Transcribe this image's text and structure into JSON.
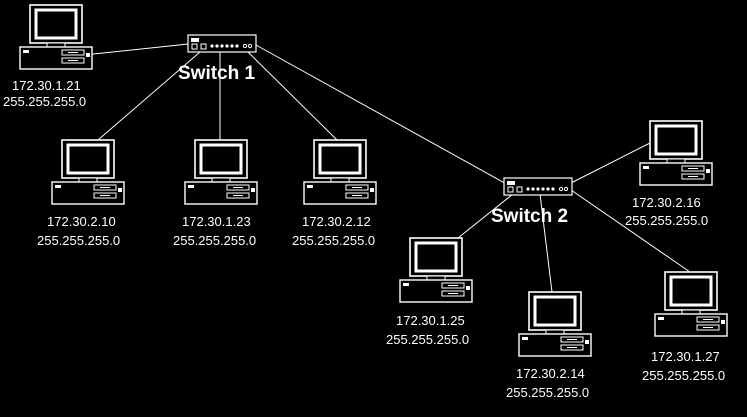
{
  "colors": {
    "background": "#000000",
    "foreground": "#ffffff"
  },
  "switches": [
    {
      "id": "sw1",
      "label": "Switch 1",
      "icon": "network-switch-icon"
    },
    {
      "id": "sw2",
      "label": "Switch 2",
      "icon": "network-switch-icon"
    }
  ],
  "computers": [
    {
      "id": "pc1",
      "ip": "172.30.1.21",
      "mask": "255.255.255.0",
      "icon": "desktop-computer-icon",
      "switch": "sw1"
    },
    {
      "id": "pc2",
      "ip": "172.30.2.10",
      "mask": "255.255.255.0",
      "icon": "desktop-computer-icon",
      "switch": "sw1"
    },
    {
      "id": "pc3",
      "ip": "172.30.1.23",
      "mask": "255.255.255.0",
      "icon": "desktop-computer-icon",
      "switch": "sw1"
    },
    {
      "id": "pc4",
      "ip": "172.30.2.12",
      "mask": "255.255.255.0",
      "icon": "desktop-computer-icon",
      "switch": "sw1"
    },
    {
      "id": "pc5",
      "ip": "172.30.2.16",
      "mask": "255.255.255.0",
      "icon": "desktop-computer-icon",
      "switch": "sw2"
    },
    {
      "id": "pc6",
      "ip": "172.30.1.25",
      "mask": "255.255.255.0",
      "icon": "desktop-computer-icon",
      "switch": "sw2"
    },
    {
      "id": "pc7",
      "ip": "172.30.2.14",
      "mask": "255.255.255.0",
      "icon": "desktop-computer-icon",
      "switch": "sw2"
    },
    {
      "id": "pc8",
      "ip": "172.30.1.27",
      "mask": "255.255.255.0",
      "icon": "desktop-computer-icon",
      "switch": "sw2"
    }
  ],
  "links": [
    [
      "sw1",
      "sw2"
    ],
    [
      "sw1",
      "pc1"
    ],
    [
      "sw1",
      "pc2"
    ],
    [
      "sw1",
      "pc3"
    ],
    [
      "sw1",
      "pc4"
    ],
    [
      "sw2",
      "pc5"
    ],
    [
      "sw2",
      "pc6"
    ],
    [
      "sw2",
      "pc7"
    ],
    [
      "sw2",
      "pc8"
    ]
  ]
}
